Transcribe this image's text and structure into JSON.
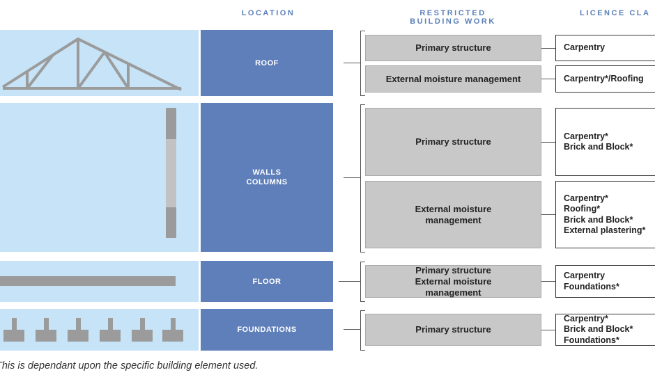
{
  "headers": {
    "location": "LOCATION",
    "restricted_work": "RESTRICTED\nBUILDING WORK",
    "licence": "LICENCE CLA"
  },
  "rows": [
    {
      "location": "ROOF",
      "work": [
        "Primary structure",
        "External moisture management"
      ],
      "licence": [
        "Carpentry",
        "Carpentry*/Roofing"
      ]
    },
    {
      "location": "WALLS\nCOLUMNS",
      "work": [
        "Primary structure",
        "External moisture\nmanagement"
      ],
      "licence": [
        "Carpentry*\nBrick and Block*",
        "Carpentry*\nRoofing*\nBrick and Block*\nExternal plastering*"
      ]
    },
    {
      "location": "FLOOR",
      "work": [
        "Primary structure\nExternal moisture\nmanagement"
      ],
      "licence": [
        "Carpentry\nFoundations*"
      ]
    },
    {
      "location": "FOUNDATIONS",
      "work": [
        "Primary structure"
      ],
      "licence": [
        "Carpentry*\nBrick and Block*\nFoundations*"
      ]
    }
  ],
  "footnote": "This is dependant upon the specific building element used.",
  "colors": {
    "band": "#c6e3f7",
    "location_box": "#5f7fba",
    "work_box": "#c8c8c8",
    "structure_grey": "#9b9b9b",
    "header_blue": "#5a7fb8"
  }
}
